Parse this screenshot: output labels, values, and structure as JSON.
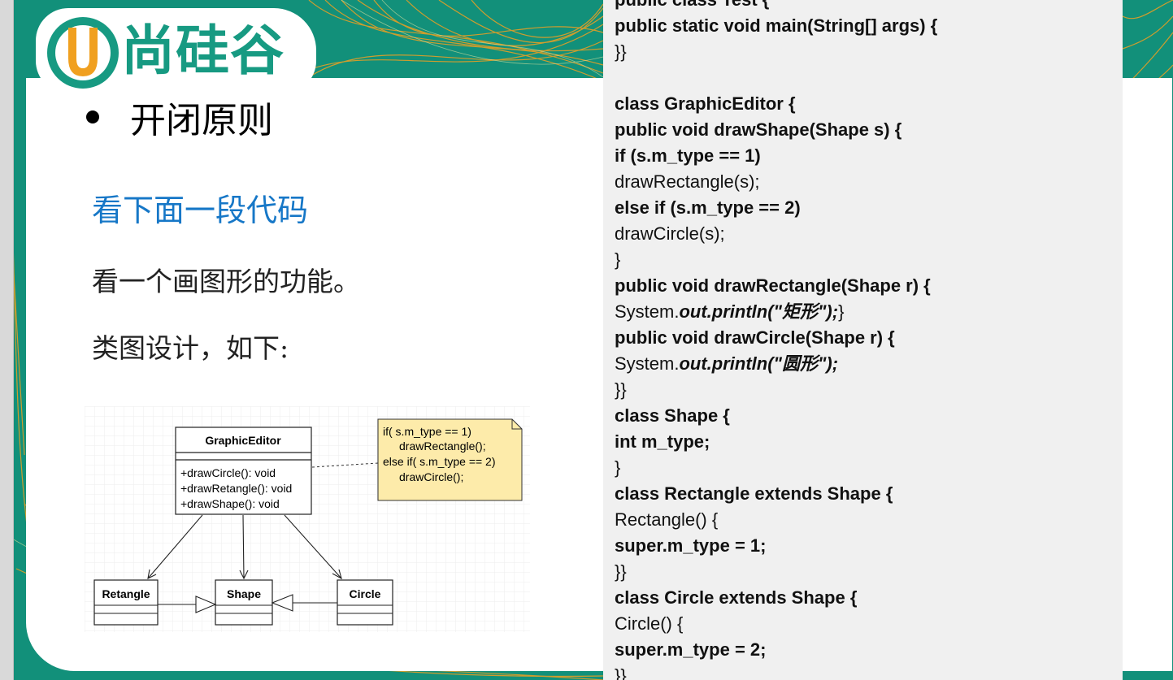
{
  "logo": {
    "text": "尚硅谷",
    "mark_letter": "U"
  },
  "slide": {
    "heading": "开闭原则",
    "subtitle": "看下面一段代码",
    "line1": "看一个画图形的功能。",
    "line2": "类图设计，如下:"
  },
  "uml": {
    "main_class": {
      "name": "GraphicEditor",
      "methods": [
        "+drawCircle(): void",
        "+drawRetangle(): void",
        "+drawShape(): void"
      ]
    },
    "note": [
      "if( s.m_type == 1)",
      "drawRectangle();",
      "else if( s.m_type == 2)",
      "drawCircle();"
    ],
    "classes": [
      "Retangle",
      "Shape",
      "Circle"
    ]
  },
  "code": [
    {
      "t": "public class Test {",
      "b": true
    },
    {
      "t": "public static void main(String[] args) {",
      "b": true
    },
    {
      "t": "}}",
      "b": false
    },
    {
      "t": "",
      "b": false
    },
    {
      "t": "class GraphicEditor {",
      "b": true
    },
    {
      "t": "public void drawShape(Shape s) {",
      "b": true
    },
    {
      "t": "if (s.m_type == 1)",
      "b": true
    },
    {
      "t": "drawRectangle(s);",
      "b": false
    },
    {
      "t": "else if (s.m_type == 2)",
      "b": true
    },
    {
      "t": "drawCircle(s);",
      "b": false
    },
    {
      "t": "}",
      "b": false
    },
    {
      "t": "public void drawRectangle(Shape r) {",
      "b": true
    },
    {
      "t": "",
      "b": false,
      "pre": "System.",
      "bi": "out.println(\"",
      "it": "矩形",
      "bi2": "\");",
      "post": "}"
    },
    {
      "t": "public void drawCircle(Shape r) {",
      "b": true
    },
    {
      "t": "",
      "b": false,
      "pre": "System.",
      "bi": "out.println(\"",
      "it": "圆形",
      "bi2": "\");",
      "post": ""
    },
    {
      "t": "}}",
      "b": false
    },
    {
      "t": "class Shape {",
      "b": true
    },
    {
      "t": "int m_type;",
      "b": true
    },
    {
      "t": "}",
      "b": false
    },
    {
      "t": "class Rectangle extends Shape {",
      "b": true
    },
    {
      "t": "Rectangle() {",
      "b": false
    },
    {
      "t": "super.m_type = 1;",
      "b": true
    },
    {
      "t": "}}",
      "b": false
    },
    {
      "t": "class Circle extends Shape {",
      "b": true
    },
    {
      "t": "Circle() {",
      "b": false
    },
    {
      "t": "super.m_type = 2;",
      "b": true
    },
    {
      "t": "}}",
      "b": false
    }
  ],
  "colors": {
    "teal": "#12907a",
    "orange": "#f0a020",
    "code_bg": "#f0f0f0",
    "subtitle_blue": "#1677c7"
  }
}
